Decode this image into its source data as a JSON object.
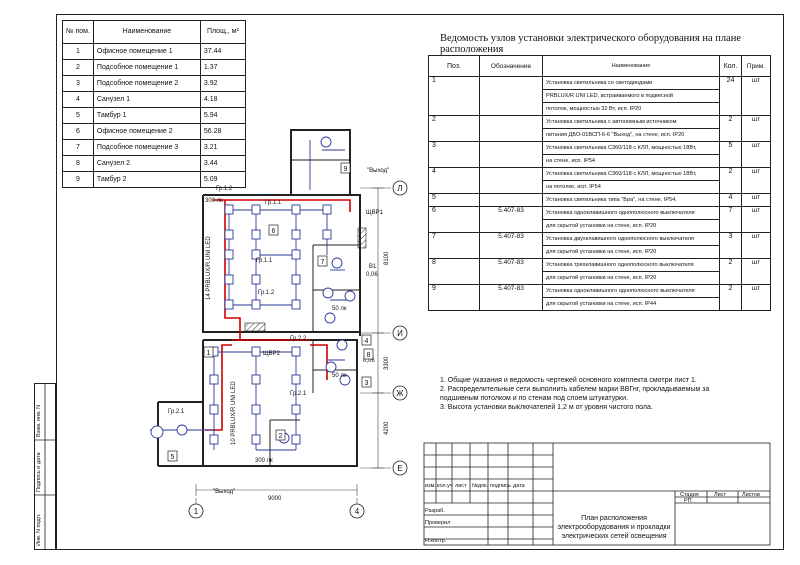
{
  "rooms_table": {
    "headers": [
      "№ пом.",
      "Наименование",
      "Площ., м²"
    ],
    "rows": [
      [
        "1",
        "Офисное помещение 1",
        "37.44"
      ],
      [
        "2",
        "Подсобное помещение 1",
        "1.37"
      ],
      [
        "3",
        "Подсобное помещение 2",
        "3.92"
      ],
      [
        "4",
        "Санузел 1",
        "4.18"
      ],
      [
        "5",
        "Тамбур 1",
        "5.94"
      ],
      [
        "6",
        "Офисное помещение 2",
        "56.28"
      ],
      [
        "7",
        "Подсобное помещение 3",
        "3.21"
      ],
      [
        "8",
        "Санузел 2",
        "3.44"
      ],
      [
        "9",
        "Тамбур 2",
        "5.09"
      ]
    ]
  },
  "vedomost": {
    "title": "Ведомость узлов установки электрического оборудования на плане расположения",
    "headers": [
      "Поз.",
      "Обозначение",
      "Наименование",
      "Кол.",
      "Прим."
    ],
    "rows": [
      {
        "poz": "1",
        "obozn": "",
        "lines": [
          "Установка светильника со светодиодами",
          "PRBLUX/R UNI LED, встраиваемого в подвесной",
          "потолок, мощностью 32 Вт, исп. IP20"
        ],
        "kol": "24",
        "prim": "шт"
      },
      {
        "poz": "2",
        "obozn": "",
        "lines": [
          "Установка светильника с автономным источником",
          "питания ДБО-01ВСП-6-6 \"Выход\", на стене, исп. IP20"
        ],
        "kol": "2",
        "prim": "шт"
      },
      {
        "poz": "3",
        "obozn": "",
        "lines": [
          "Установка светильника С360/118 с КЛЛ, мощностью 18Вт,",
          "на стене, исп. IP54"
        ],
        "kol": "5",
        "prim": "шт"
      },
      {
        "poz": "4",
        "obozn": "",
        "lines": [
          "Установка светильника С360/118 с КЛЛ, мощностью 18Вт,",
          "на потолке, исп. IP54"
        ],
        "kol": "2",
        "prim": "шт"
      },
      {
        "poz": "5",
        "obozn": "",
        "lines": [
          "Установка светильника типа \"Бра\", на стене, IP54."
        ],
        "kol": "4",
        "prim": "шт"
      },
      {
        "poz": "6",
        "obozn": "5.407-83",
        "lines": [
          "Установка одноклавишного однополюсного выключателя",
          "для скрытой установки на стене, исп. IP20"
        ],
        "kol": "7",
        "prim": "шт"
      },
      {
        "poz": "7",
        "obozn": "5.407-83",
        "lines": [
          "Установка двухклавишного однополюсного выключателя",
          "для скрытой установки на стене, исп. IP20"
        ],
        "kol": "3",
        "prim": "шт"
      },
      {
        "poz": "8",
        "obozn": "5.407-83",
        "lines": [
          "Установка трехклавишного однополюсного выключателя",
          "для скрытой установки на стене, исп. IP20"
        ],
        "kol": "2",
        "prim": "шт"
      },
      {
        "poz": "9",
        "obozn": "5.407-83",
        "lines": [
          "Установка одноклавишного однополюсного выключателя",
          "для скрытой установки на стене, исп. IP44"
        ],
        "kol": "2",
        "prim": "шт"
      }
    ]
  },
  "notes": [
    "1. Общие указания и ведомость чертежей основного комплекта смотри лист 1.",
    "2. Распределительные сети выполнить кабелем марки ВВГнг, прокладываемым за",
    "    подшивным потолком и по стенам под слоем штукатурки.",
    "3. Высота установки выключателей 1,2 м от уровня чистого пола."
  ],
  "stamp": {
    "cols": [
      "изм.",
      "кол.уч",
      "лист",
      "№док.",
      "подпись",
      "дата"
    ],
    "razrab": "Разраб.",
    "proveril": "Проверил",
    "nkontr": "Н.контр.",
    "title_lines": [
      "План расположения",
      "электрооборудования и прокладки",
      "электрических сетей освещения"
    ],
    "stadia_label": "Стадия",
    "list_label": "Лист",
    "listov_label": "Листов",
    "stadia_value": "РП"
  },
  "side_strip": [
    "Взам. инв. N",
    "Подпись и дата",
    "Инв. N подл."
  ],
  "plan": {
    "axes": {
      "L": "Л",
      "I": "И",
      "Zh": "Ж",
      "E": "Е",
      "one": "1",
      "four": "4"
    },
    "dims": {
      "d8100": "8100",
      "d3300": "3300",
      "d4200": "4200",
      "d9000": "9000"
    },
    "groups": [
      "Гр.1.2",
      "Гр.1.1",
      "Гр.1.1",
      "Гр.1.2",
      "Гр.2.1",
      "Гр.2.1",
      "Гр.2.2"
    ],
    "lux": [
      "300 лк",
      "50 лк",
      "50 лк",
      "300 лк"
    ],
    "fixture_labels": [
      "14 PRBLUX/R UNI LED",
      "10 PRBLUX/R UNI LED"
    ],
    "panels": [
      "ЩВР1",
      "ЩВР2"
    ],
    "vykhod": [
      "\"Выход\"",
      "\"Выход\""
    ],
    "b": [
      "В1",
      "0,06",
      "В2",
      "0,06"
    ],
    "room_nums": [
      "1",
      "2",
      "3",
      "4",
      "5",
      "6",
      "7",
      "8",
      "9"
    ]
  }
}
